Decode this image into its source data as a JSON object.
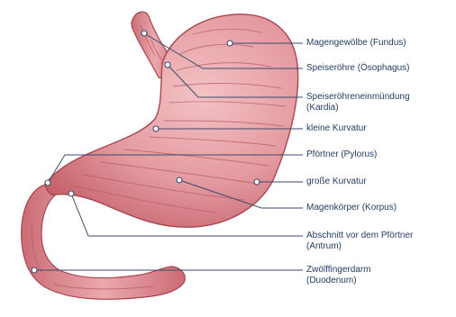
{
  "colors": {
    "stomach_fill": "#e39aa0",
    "stomach_shade": "#c8646e",
    "stomach_outline": "#a8454f",
    "fold_lines": "#b95a63",
    "leader_line": "#3a4a6b",
    "label_text": "#1f3a5f"
  },
  "labels": {
    "fundus": "Magengewölbe (Fundus)",
    "oesophagus": "Speiseröhre (Ösophagus)",
    "kardia_line1": "Speiseröhreneinmündung",
    "kardia_line2": "(Kardia)",
    "kleine_kurvatur": "kleine Kurvatur",
    "pylorus": "Pförtner (Pylorus)",
    "grosse_kurvatur": "große Kurvatur",
    "korpus": "Magenkörper (Korpus)",
    "antrum_line1": "Abschnitt vor dem Pförtner",
    "antrum_line2": "(Antrum)",
    "duodenum_line1": "Zwölffingerdarm",
    "duodenum_line2": "(Duodenum)"
  }
}
